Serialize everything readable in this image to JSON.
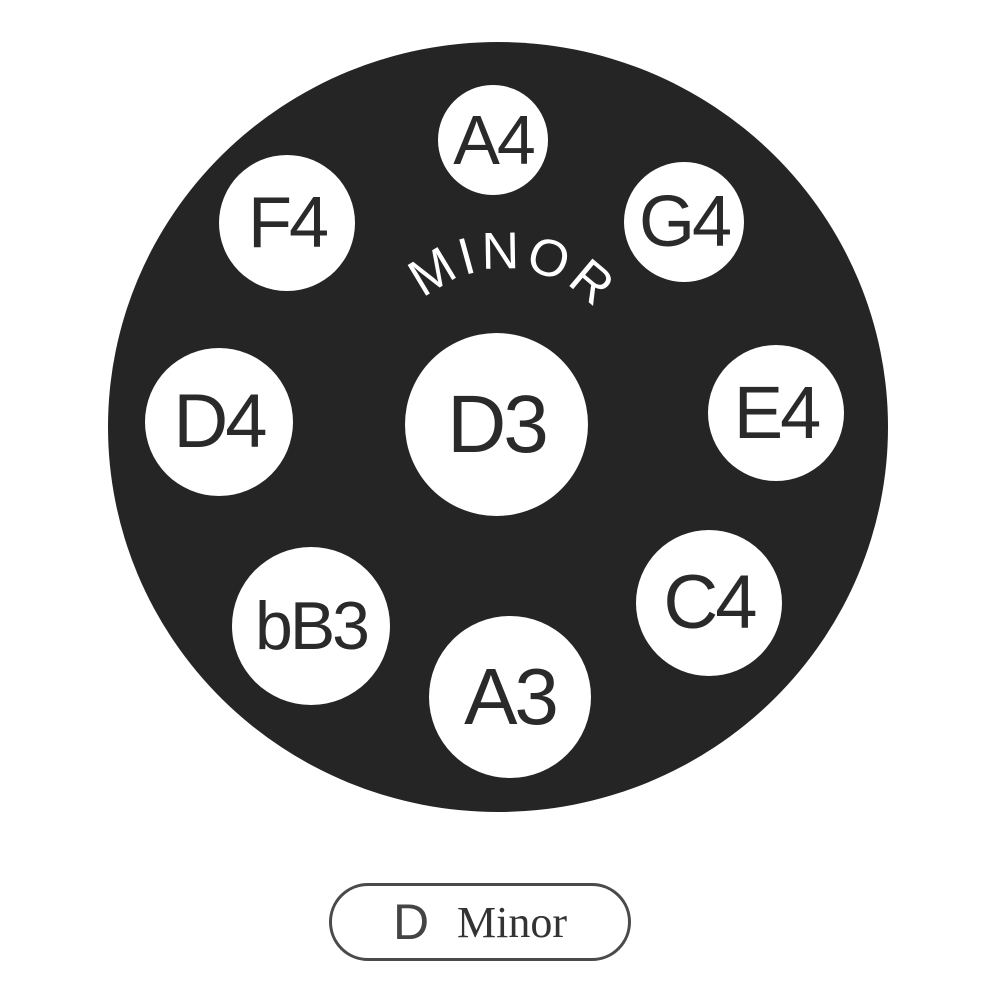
{
  "drum": {
    "center_label": "D3",
    "arc_label": "MINOR",
    "notes": [
      "A4",
      "G4",
      "E4",
      "C4",
      "A3",
      "bB3",
      "D4",
      "F4"
    ]
  },
  "scale_pill": {
    "key": "D",
    "mode": "Minor"
  },
  "colors": {
    "drum": "#252525",
    "note_pad": "#ffffff",
    "note_text": "#2a2a2a",
    "pill_border": "#4a4a4a"
  }
}
